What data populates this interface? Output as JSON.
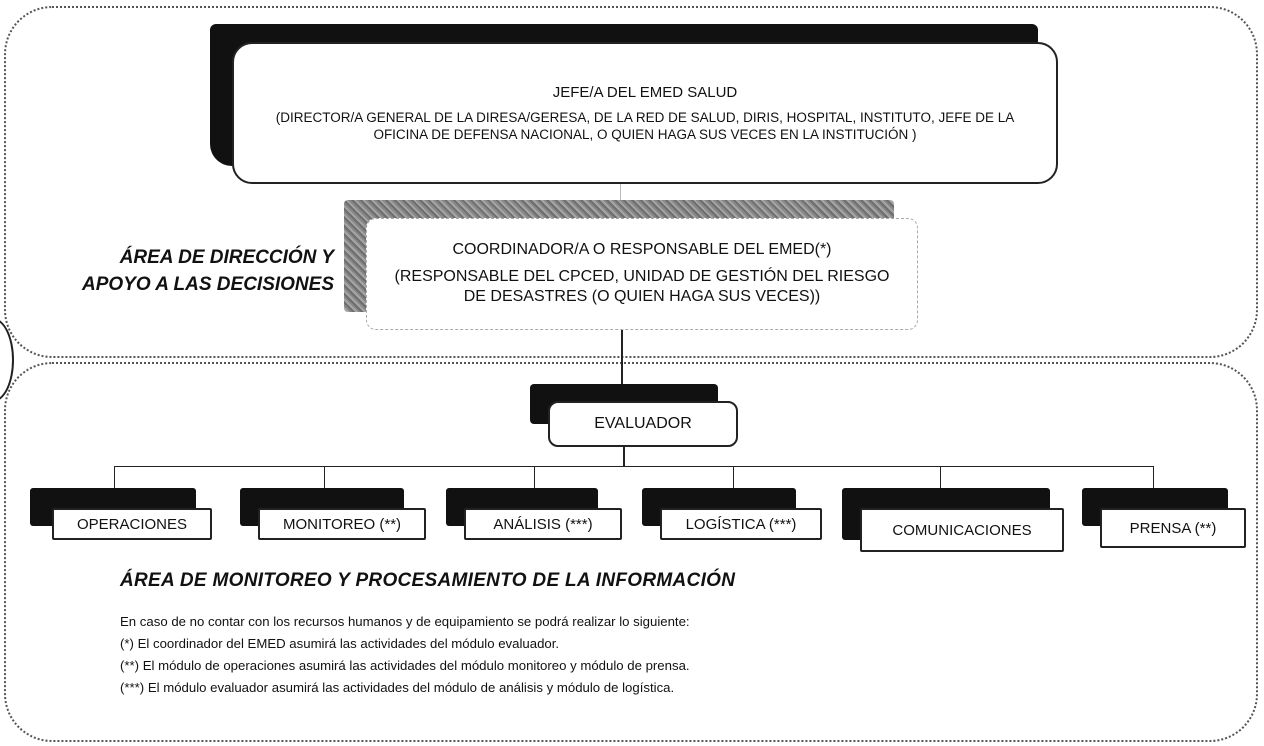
{
  "jefe": {
    "title": "JEFE/A DEL EMED SALUD",
    "description": "(DIRECTOR/A GENERAL DE LA DIRESA/GERESA, DE LA RED DE SALUD, DIRIS, HOSPITAL, INSTITUTO, JEFE DE LA OFICINA DE DEFENSA NACIONAL, O QUIEN HAGA SUS VECES EN LA INSTITUCIÓN )"
  },
  "coordinador": {
    "title": "COORDINADOR/A O RESPONSABLE DEL EMED(*)",
    "description": "(RESPONSABLE DEL CPCED,  UNIDAD DE GESTIÓN DEL RIESGO DE DESASTRES (O QUIEN HAGA SUS VECES))"
  },
  "areas": {
    "direccion_line1": "ÁREA DE DIRECCIÓN Y",
    "direccion_line2": "APOYO A LAS DECISIONES",
    "monitoreo": "ÁREA DE MONITOREO Y PROCESAMIENTO DE LA INFORMACIÓN"
  },
  "evaluador": "EVALUADOR",
  "modules": {
    "operaciones": "OPERACIONES",
    "monitoreo": "MONITOREO (**)",
    "analisis": "ANÁLISIS (***)",
    "logistica": "LOGÍSTICA (***)",
    "comunicaciones": "COMUNICACIONES",
    "prensa": "PRENSA (**)"
  },
  "notes": [
    "En caso de no contar con los recursos humanos y de equipamiento se podrá realizar lo siguiente:",
    "(*) El coordinador del EMED asumirá las actividades del módulo evaluador.",
    "(**) El módulo de operaciones asumirá las actividades del módulo monitoreo y módulo de prensa.",
    "(***) El módulo evaluador asumirá las actividades del módulo de análisis y módulo de logística."
  ]
}
